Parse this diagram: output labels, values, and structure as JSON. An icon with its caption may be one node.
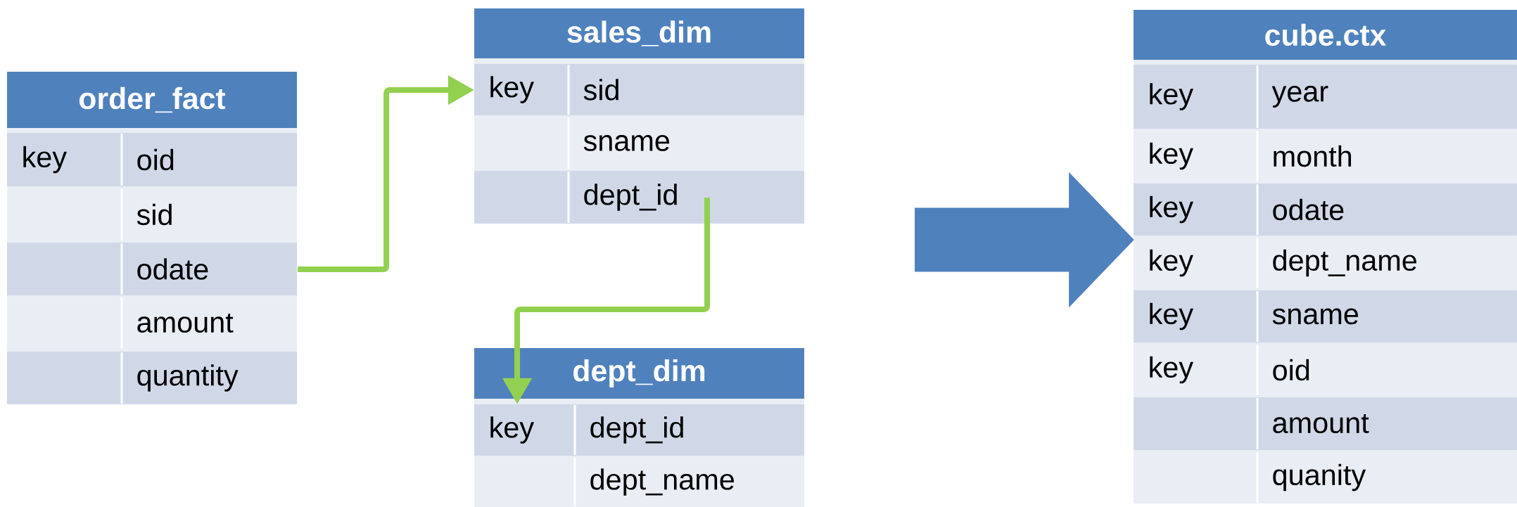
{
  "diagram": {
    "nodes": [
      {
        "text": [
          "order_fact"
        ]
      },
      {
        "text": [
          "key",
          "oid"
        ],
        "in": 0
      },
      {
        "text": [
          "sid"
        ],
        "in": 0
      },
      {
        "text": [
          "odate"
        ],
        "in": 0
      },
      {
        "text": [
          "amount"
        ],
        "in": 0
      },
      {
        "text": [
          "quantity"
        ],
        "in": 0
      },
      {
        "text": [
          "sales_dim"
        ]
      },
      {
        "text": [
          "key",
          "sid"
        ],
        "in": 6
      },
      {
        "text": [
          "sname"
        ],
        "in": 6
      },
      {
        "text": [
          "dept_id"
        ],
        "in": 6
      },
      {
        "text": [
          "dept_dim"
        ]
      },
      {
        "text": [
          "key",
          "dept_id"
        ],
        "in": 10
      },
      {
        "text": [
          "dept_name"
        ],
        "in": 10
      },
      {
        "text": [
          "cube.ctx"
        ]
      },
      {
        "text": [
          "key",
          "year"
        ],
        "in": 13
      },
      {
        "text": [
          "key",
          "month"
        ],
        "in": 13
      },
      {
        "text": [
          "key",
          "odate"
        ],
        "in": 13
      },
      {
        "text": [
          "key",
          "dept_name"
        ],
        "in": 13
      },
      {
        "text": [
          "key",
          "sname"
        ],
        "in": 13
      },
      {
        "text": [
          "key",
          "oid"
        ],
        "in": 13
      },
      {
        "text": [
          "amount"
        ],
        "in": 13
      },
      {
        "text": [
          "quanity"
        ],
        "in": 13
      }
    ],
    "edges": [
      {
        "from": 3,
        "to": 7,
        "arrow": "to"
      },
      {
        "from": 9,
        "to": 11,
        "arrow": "to"
      },
      {
        "from": null,
        "to": 13,
        "arrow": "to",
        "style": "thick",
        "color": "#4f81bd"
      }
    ]
  }
}
